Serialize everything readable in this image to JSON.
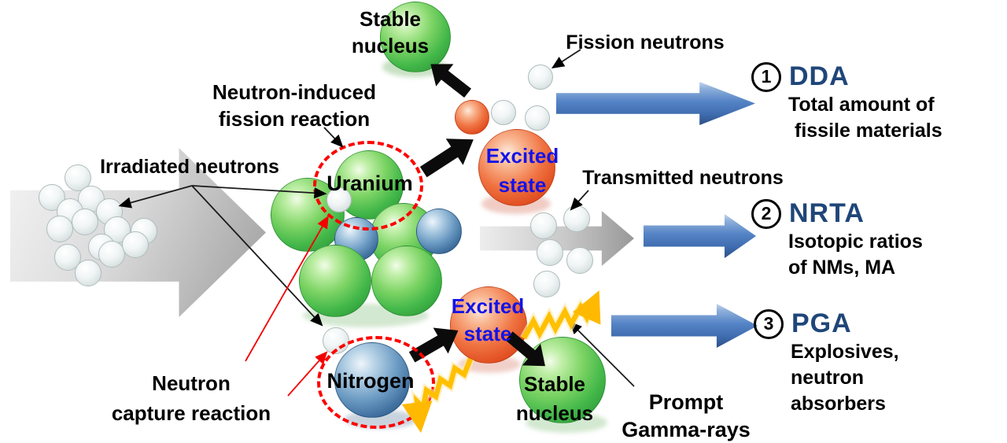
{
  "labels": {
    "stable_nucleus_top": {
      "line1": "Stable",
      "line2": "nucleus"
    },
    "fission_reaction": {
      "line1": "Neutron-induced",
      "line2": "fission reaction"
    },
    "irradiated_neutrons": "Irradiated neutrons",
    "uranium": "Uranium",
    "excited_state_top": {
      "line1": "Excited",
      "line2": "state"
    },
    "fission_neutrons": "Fission neutrons",
    "transmitted_neutrons": "Transmitted neutrons",
    "neutron_capture": {
      "line1": "Neutron",
      "line2": "capture reaction"
    },
    "nitrogen": "Nitrogen",
    "excited_state_bottom": {
      "line1": "Excited",
      "line2": "state"
    },
    "stable_nucleus_bottom": {
      "line1": "Stable",
      "line2": "nucleus"
    },
    "prompt_gamma": {
      "line1": "Prompt",
      "line2": "Gamma-rays"
    }
  },
  "techniques": [
    {
      "number": "1",
      "abbr": "DDA",
      "desc1": "Total amount of",
      "desc2": "fissile materials",
      "desc3": ""
    },
    {
      "number": "2",
      "abbr": "NRTA",
      "desc1": "Isotopic ratios",
      "desc2": "of NMs, MA",
      "desc3": ""
    },
    {
      "number": "3",
      "abbr": "PGA",
      "desc1": "Explosives,",
      "desc2": "neutron",
      "desc3": "absorbers"
    }
  ],
  "colors": {
    "technique_abbr_blue": "#1F4679",
    "excited_state_text_blue": "#1313E8",
    "dashed_circle_red": "#FE0000",
    "gamma_ray_yellow": "#FFC000",
    "process_arrow_blue": "#4472C4",
    "beam_arrow_gray": "#BFBFBF",
    "nucleus_green": "#44B84A",
    "nucleus_blue": "#3F6F9E",
    "excited_nucleus_red": "#E25022",
    "neutron_gray": "#DDE5E5"
  }
}
